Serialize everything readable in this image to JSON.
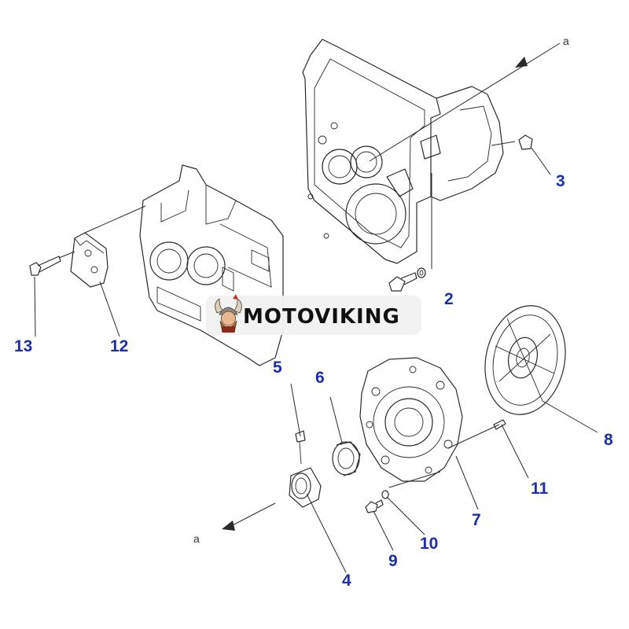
{
  "reference_labels": {
    "top": "a",
    "bottom": "a"
  },
  "watermark": {
    "text": "MOTOVIKING",
    "mascot_icon": "viking-mascot-icon"
  },
  "callouts": [
    {
      "id": "1",
      "label": "2"
    },
    {
      "id": "2",
      "label": "3"
    },
    {
      "id": "3",
      "label": "4"
    },
    {
      "id": "4",
      "label": "5"
    },
    {
      "id": "5",
      "label": "6"
    },
    {
      "id": "6",
      "label": "7"
    },
    {
      "id": "7",
      "label": "8"
    },
    {
      "id": "8",
      "label": "9"
    },
    {
      "id": "9",
      "label": "10"
    },
    {
      "id": "10",
      "label": "11"
    },
    {
      "id": "11",
      "label": "12"
    },
    {
      "id": "12",
      "label": "13"
    }
  ]
}
